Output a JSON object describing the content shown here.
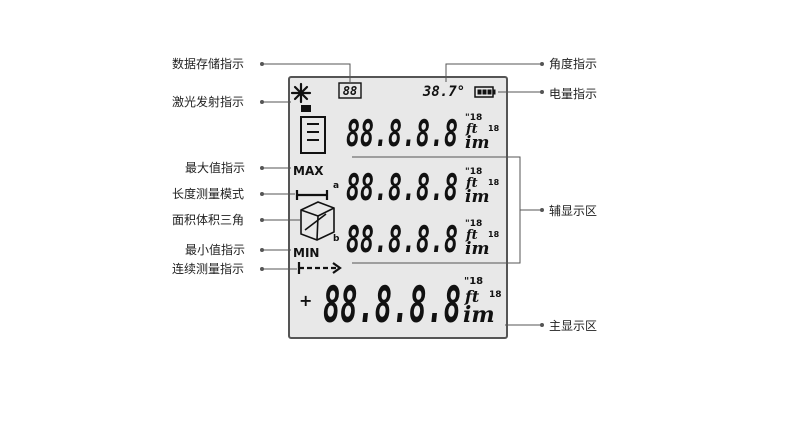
{
  "labels": {
    "memory": "数据存储指示",
    "laser": "激光发射指示",
    "max": "最大值指示",
    "length_mode": "长度测量模式",
    "area_volume": "面积体积三角",
    "min": "最小值指示",
    "continuous": "连续测量指示",
    "angle": "角度指示",
    "battery": "电量指示",
    "aux_display": "辅显示区",
    "main_display": "主显示区"
  },
  "lcd": {
    "memory_digits": "88",
    "angle_value": "38.7°",
    "max_text": "MAX",
    "min_text": "MIN",
    "plus_sign": "+",
    "dim_a": "a",
    "dim_b": "b",
    "rows": [
      {
        "digits": "88.8.8.8",
        "unit_top": "\"18",
        "unit_mid": "ft",
        "unit_small": "18",
        "unit_bot": "im"
      },
      {
        "digits": "88.8.8.8",
        "unit_top": "\"18",
        "unit_mid": "ft",
        "unit_small": "18",
        "unit_bot": "im"
      },
      {
        "digits": "88.8.8.8",
        "unit_top": "\"18",
        "unit_mid": "ft",
        "unit_small": "18",
        "unit_bot": "im"
      },
      {
        "digits": "88.8.8.8",
        "unit_top": "\"18",
        "unit_mid": "ft",
        "unit_small": "18",
        "unit_bot": "im"
      }
    ]
  },
  "colors": {
    "lcd_background": "#e8e8e8",
    "lcd_border": "#555555",
    "segment": "#111111",
    "leader": "#555555"
  },
  "icons": [
    "laser-burst-icon",
    "device-icon",
    "length-bracket-icon",
    "volume-box-icon",
    "continuous-arrow-icon",
    "battery-icon"
  ]
}
